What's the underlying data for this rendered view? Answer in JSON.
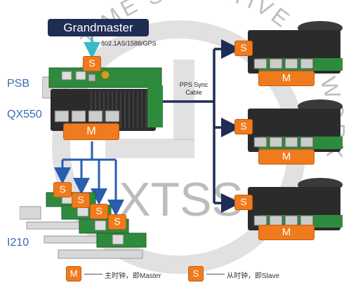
{
  "watermark": {
    "arc_text": "TIME SENSITIVE NETWORK",
    "center_text": "XTSS"
  },
  "grandmaster": {
    "label": "Grandmaster",
    "protocols": "802.1AS/1588/GPS"
  },
  "side_labels": {
    "psb": "PSB",
    "qx550": "QX550",
    "i210": "I210"
  },
  "pps": {
    "line1": "PPS Sync",
    "line2": "Cable"
  },
  "badges": {
    "slave": "S",
    "master": "M"
  },
  "legend": {
    "master_symbol": "M",
    "master_text": "主时钟，即Master",
    "slave_symbol": "S",
    "slave_text": "从时钟，即Slave"
  },
  "colors": {
    "navy": "#1f2d54",
    "orange": "#f07b1e",
    "blue": "#2a5db0",
    "teal": "#3ab8c8",
    "pcb": "#2e8b3d"
  }
}
